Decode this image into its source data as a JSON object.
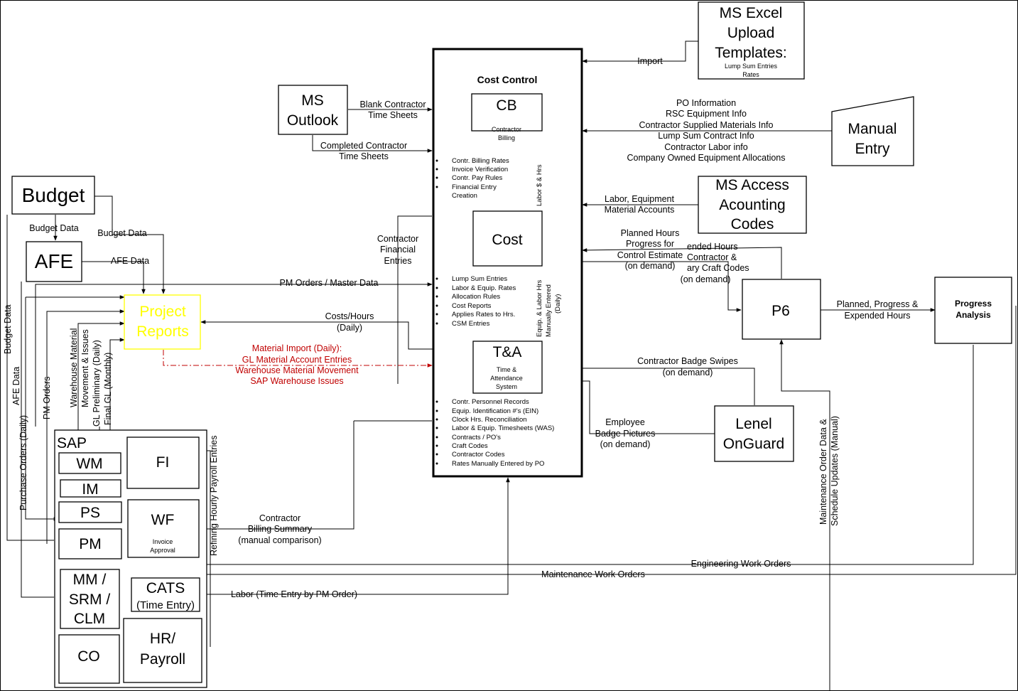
{
  "nodes": {
    "ms_excel": {
      "title_lines": [
        "MS Excel",
        "Upload",
        "Templates:"
      ],
      "sub_lines": [
        "Lump Sum Entries",
        "Rates"
      ]
    },
    "ms_outlook": {
      "title_lines": [
        "MS",
        "Outlook"
      ]
    },
    "cost_control": {
      "title": "Cost Control"
    },
    "cb": {
      "title": "CB",
      "sub_lines": [
        "Contractor",
        "Billing"
      ]
    },
    "cost": {
      "title": "Cost"
    },
    "ta": {
      "title": "T&A",
      "sub_lines": [
        "Time &",
        "Attendance",
        "System"
      ]
    },
    "manual_entry": {
      "title_lines": [
        "Manual",
        "Entry"
      ]
    },
    "ms_access": {
      "title_lines": [
        "MS Access",
        "Acounting",
        "Codes"
      ]
    },
    "p6": {
      "title": "P6"
    },
    "progress_analysis": {
      "title_lines": [
        "Progress",
        "Analysis"
      ]
    },
    "lenel": {
      "title_lines": [
        "Lenel",
        "OnGuard"
      ]
    },
    "budget": {
      "title": "Budget"
    },
    "afe": {
      "title": "AFE"
    },
    "project_reports": {
      "title_lines": [
        "Project",
        "Reports"
      ],
      "color": "#ffff00"
    },
    "sap": {
      "title": "SAP"
    },
    "wm": {
      "title": "WM"
    },
    "im": {
      "title": "IM"
    },
    "ps": {
      "title": "PS"
    },
    "pm": {
      "title": "PM"
    },
    "fi": {
      "title": "FI"
    },
    "wf": {
      "title": "WF",
      "sub_lines": [
        "Invoice",
        "Approval"
      ]
    },
    "mm": {
      "title_lines": [
        "MM /",
        "SRM /",
        "CLM"
      ]
    },
    "cats": {
      "title": "CATS",
      "sub": "(Time Entry)"
    },
    "hr": {
      "title_lines": [
        "HR/",
        "Payroll"
      ]
    },
    "co": {
      "title": "CO"
    }
  },
  "lists": {
    "cb_inputs": [
      "Contr. Billing Rates",
      "Invoice Verification",
      "Contr. Pay Rules",
      "Financial Entry",
      "Creation"
    ],
    "cost_inputs": [
      "Lump Sum Entries",
      "Labor & Equip. Rates",
      "Allocation Rules",
      "Cost Reports",
      "Applies Rates to Hrs.",
      "CSM Entries"
    ],
    "ta_inputs": [
      "Contr. Personnel Records",
      "Equip. Identification #'s (EIN)",
      "Clock Hrs. Reconciliation",
      "Labor & Equip. Timesheets  (WAS)",
      "Contracts / PO's",
      "Craft Codes",
      "Contractor Codes",
      "Rates Manually Entered by PO"
    ],
    "manual_items": [
      "PO Information",
      "RSC Equipment Info",
      "Contractor Supplied Materials Info",
      "Lump Sum Contract Info",
      "Contractor Labor info",
      "Company Owned Equipment Allocations"
    ]
  },
  "labels": {
    "import": "Import",
    "blank_ts": [
      "Blank Contractor",
      "Time Sheets"
    ],
    "completed_ts": [
      "Completed Contractor",
      "Time Sheets"
    ],
    "labor_equip": [
      "Labor, Equipment",
      "Material Accounts"
    ],
    "planned_hours": [
      "Planned Hours",
      "Progress for",
      "Control Estimate",
      "(on demand)"
    ],
    "expended": [
      "ended Hours",
      "Contractor &",
      "ary Craft Codes",
      "(on demand)"
    ],
    "planned_progress": [
      "Planned, Progress &",
      "Expended Hours"
    ],
    "badge_swipes": [
      "Contractor Badge Swipes",
      "(on demand)"
    ],
    "badge_pictures": [
      "Employee",
      "Badge Pictures",
      "(on demand)"
    ],
    "labor_hrs": "Labor $ & Hrs",
    "equip_labor": [
      "Equip. & Labor Hrs",
      "Manually Entered",
      "(Daily)"
    ],
    "contractor_financial": [
      "Contractor",
      "Financial",
      "Entries"
    ],
    "pm_orders_master": "PM Orders / Master Data",
    "costs_hours": [
      "Costs/Hours",
      "(Daily)"
    ],
    "material_import": [
      "Material Import (Daily):",
      "GL Material Account Entries",
      "Warehouse Material Movement",
      "SAP Warehouse Issues"
    ],
    "budget_data": "Budget Data",
    "budget_data2": "Budget Data",
    "afe_data": "AFE Data",
    "budget_data_v": "Budget Data",
    "afe_data_v": "AFE Data",
    "purchase_orders": "Purchase Orders (Daily)",
    "pm_orders": "PM Orders",
    "warehouse": [
      "Warehouse Material",
      "Movement & Issues"
    ],
    "gl": [
      "GL Preliminary (Daily)",
      "Final GL (Monthly)"
    ],
    "refining": "Refining Hourly Payroll Entries",
    "contractor_billing": [
      "Contractor",
      "Billing Summary",
      "(manual comparison)"
    ],
    "maintenance_order": [
      "Maintenance Order Data &",
      "Schedule Updates (Manual)"
    ],
    "engineering_wo": "Engineering Work Orders",
    "maintenance_wo": "Maintenance Work Orders",
    "labor_time": "Labor (Time Entry by PM Order)"
  },
  "colors": {
    "red_label": "#c00000",
    "project_reports": "#ffff00"
  }
}
